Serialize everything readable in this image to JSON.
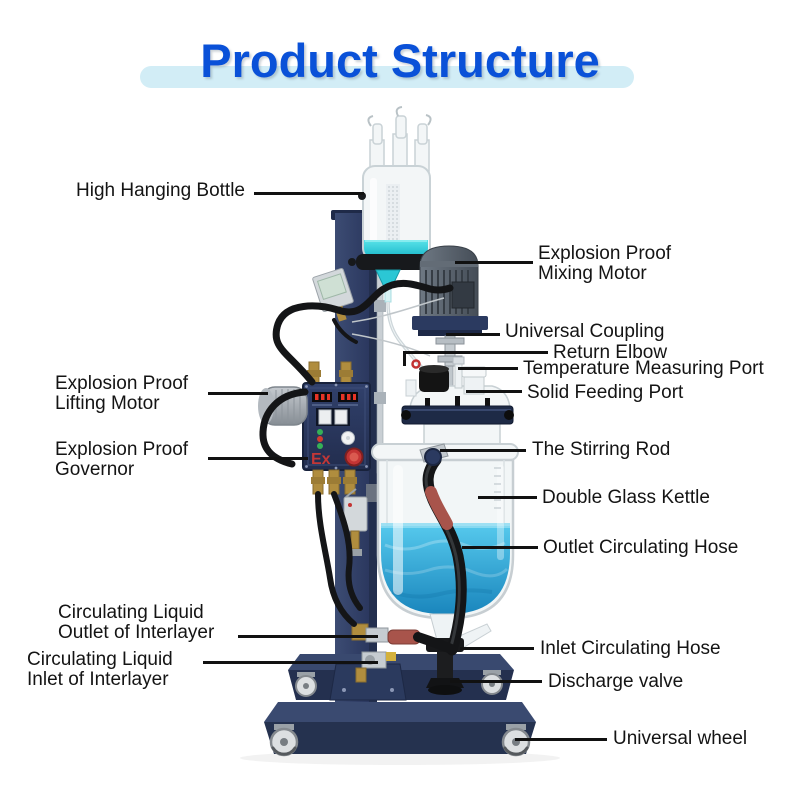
{
  "title": "Product Structure",
  "machine": {
    "ex_marking": "Ex"
  },
  "colors": {
    "title_blue": "#0a51d8",
    "band_blue": "#d2edf6",
    "frame_navy": "#2b3a5e",
    "kettle_liquid": "#2fa5d8",
    "bottle_liquid": "#2bc7d5",
    "label_text": "#141414",
    "leader_line": "#111111"
  },
  "labels": {
    "left": [
      {
        "lines": [
          "High Hanging Bottle"
        ]
      },
      {
        "lines": [
          "Explosion Proof",
          "Lifting Motor"
        ]
      },
      {
        "lines": [
          "Explosion Proof",
          "Governor"
        ]
      },
      {
        "lines": [
          "Circulating Liquid",
          "Outlet of Interlayer"
        ]
      },
      {
        "lines": [
          "Circulating Liquid",
          "Inlet of Interlayer"
        ]
      }
    ],
    "right": [
      {
        "lines": [
          "Explosion Proof",
          "Mixing Motor"
        ]
      },
      {
        "lines": [
          "Universal Coupling"
        ]
      },
      {
        "lines": [
          "Return Elbow"
        ]
      },
      {
        "lines": [
          "Temperature Measuring Port"
        ]
      },
      {
        "lines": [
          "Solid Feeding Port"
        ]
      },
      {
        "lines": [
          "The Stirring Rod"
        ]
      },
      {
        "lines": [
          "Double Glass Kettle"
        ]
      },
      {
        "lines": [
          "Outlet Circulating Hose"
        ]
      },
      {
        "lines": [
          "Inlet Circulating Hose"
        ]
      },
      {
        "lines": [
          "Discharge valve"
        ]
      },
      {
        "lines": [
          "Universal wheel"
        ]
      }
    ]
  }
}
